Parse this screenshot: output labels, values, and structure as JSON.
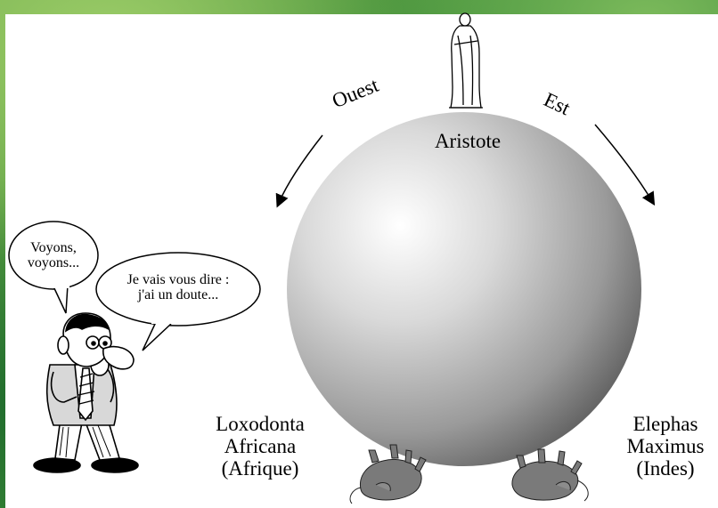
{
  "labels": {
    "west": "Ouest",
    "east": "Est",
    "aristotle": "Aristote",
    "left_elephant": {
      "line1": "Loxodonta",
      "line2": "Africana",
      "line3": "(Afrique)"
    },
    "right_elephant": {
      "line1": "Elephas",
      "line2": "Maximus",
      "line3": "(Indes)"
    }
  },
  "bubbles": {
    "small": {
      "line1": "Voyons,",
      "line2": "voyons..."
    },
    "large": {
      "line1": "Je vais vous dire :",
      "line2": "j'ai un doute..."
    }
  },
  "colors": {
    "background_green": "#3f8e3a",
    "panel": "#ffffff",
    "globe_light": "#ffffff",
    "globe_dark": "#5a5a5a",
    "elephant": "#7a7a7a"
  }
}
